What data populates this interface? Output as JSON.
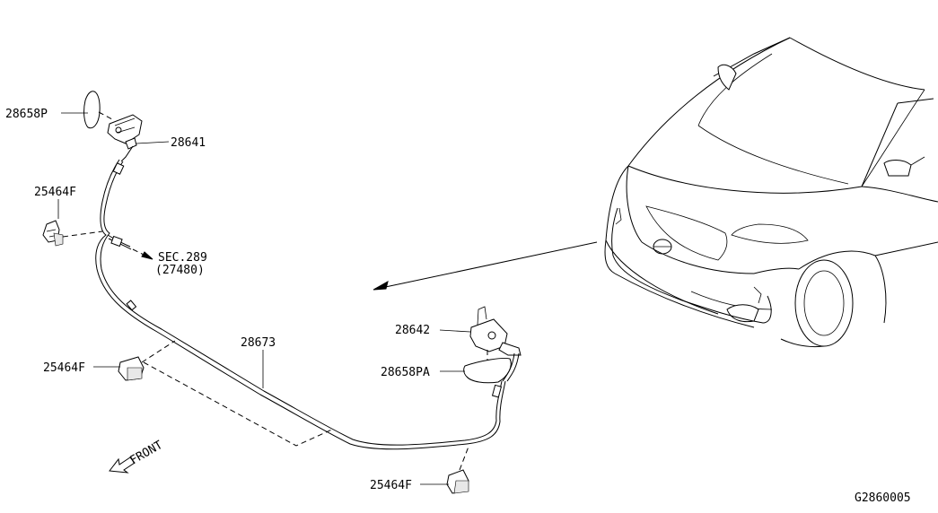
{
  "labels": {
    "p28658p": "28658P",
    "p28641": "28641",
    "p25464f_top": "25464F",
    "sec_289": "SEC.289",
    "sec_27480": "(27480)",
    "p28673": "28673",
    "p25464f_mid": "25464F",
    "p28642": "28642",
    "p28658pa": "28658PA",
    "p25464f_bottom": "25464F",
    "front": "FRONT",
    "diagram_code": "G2860005"
  }
}
